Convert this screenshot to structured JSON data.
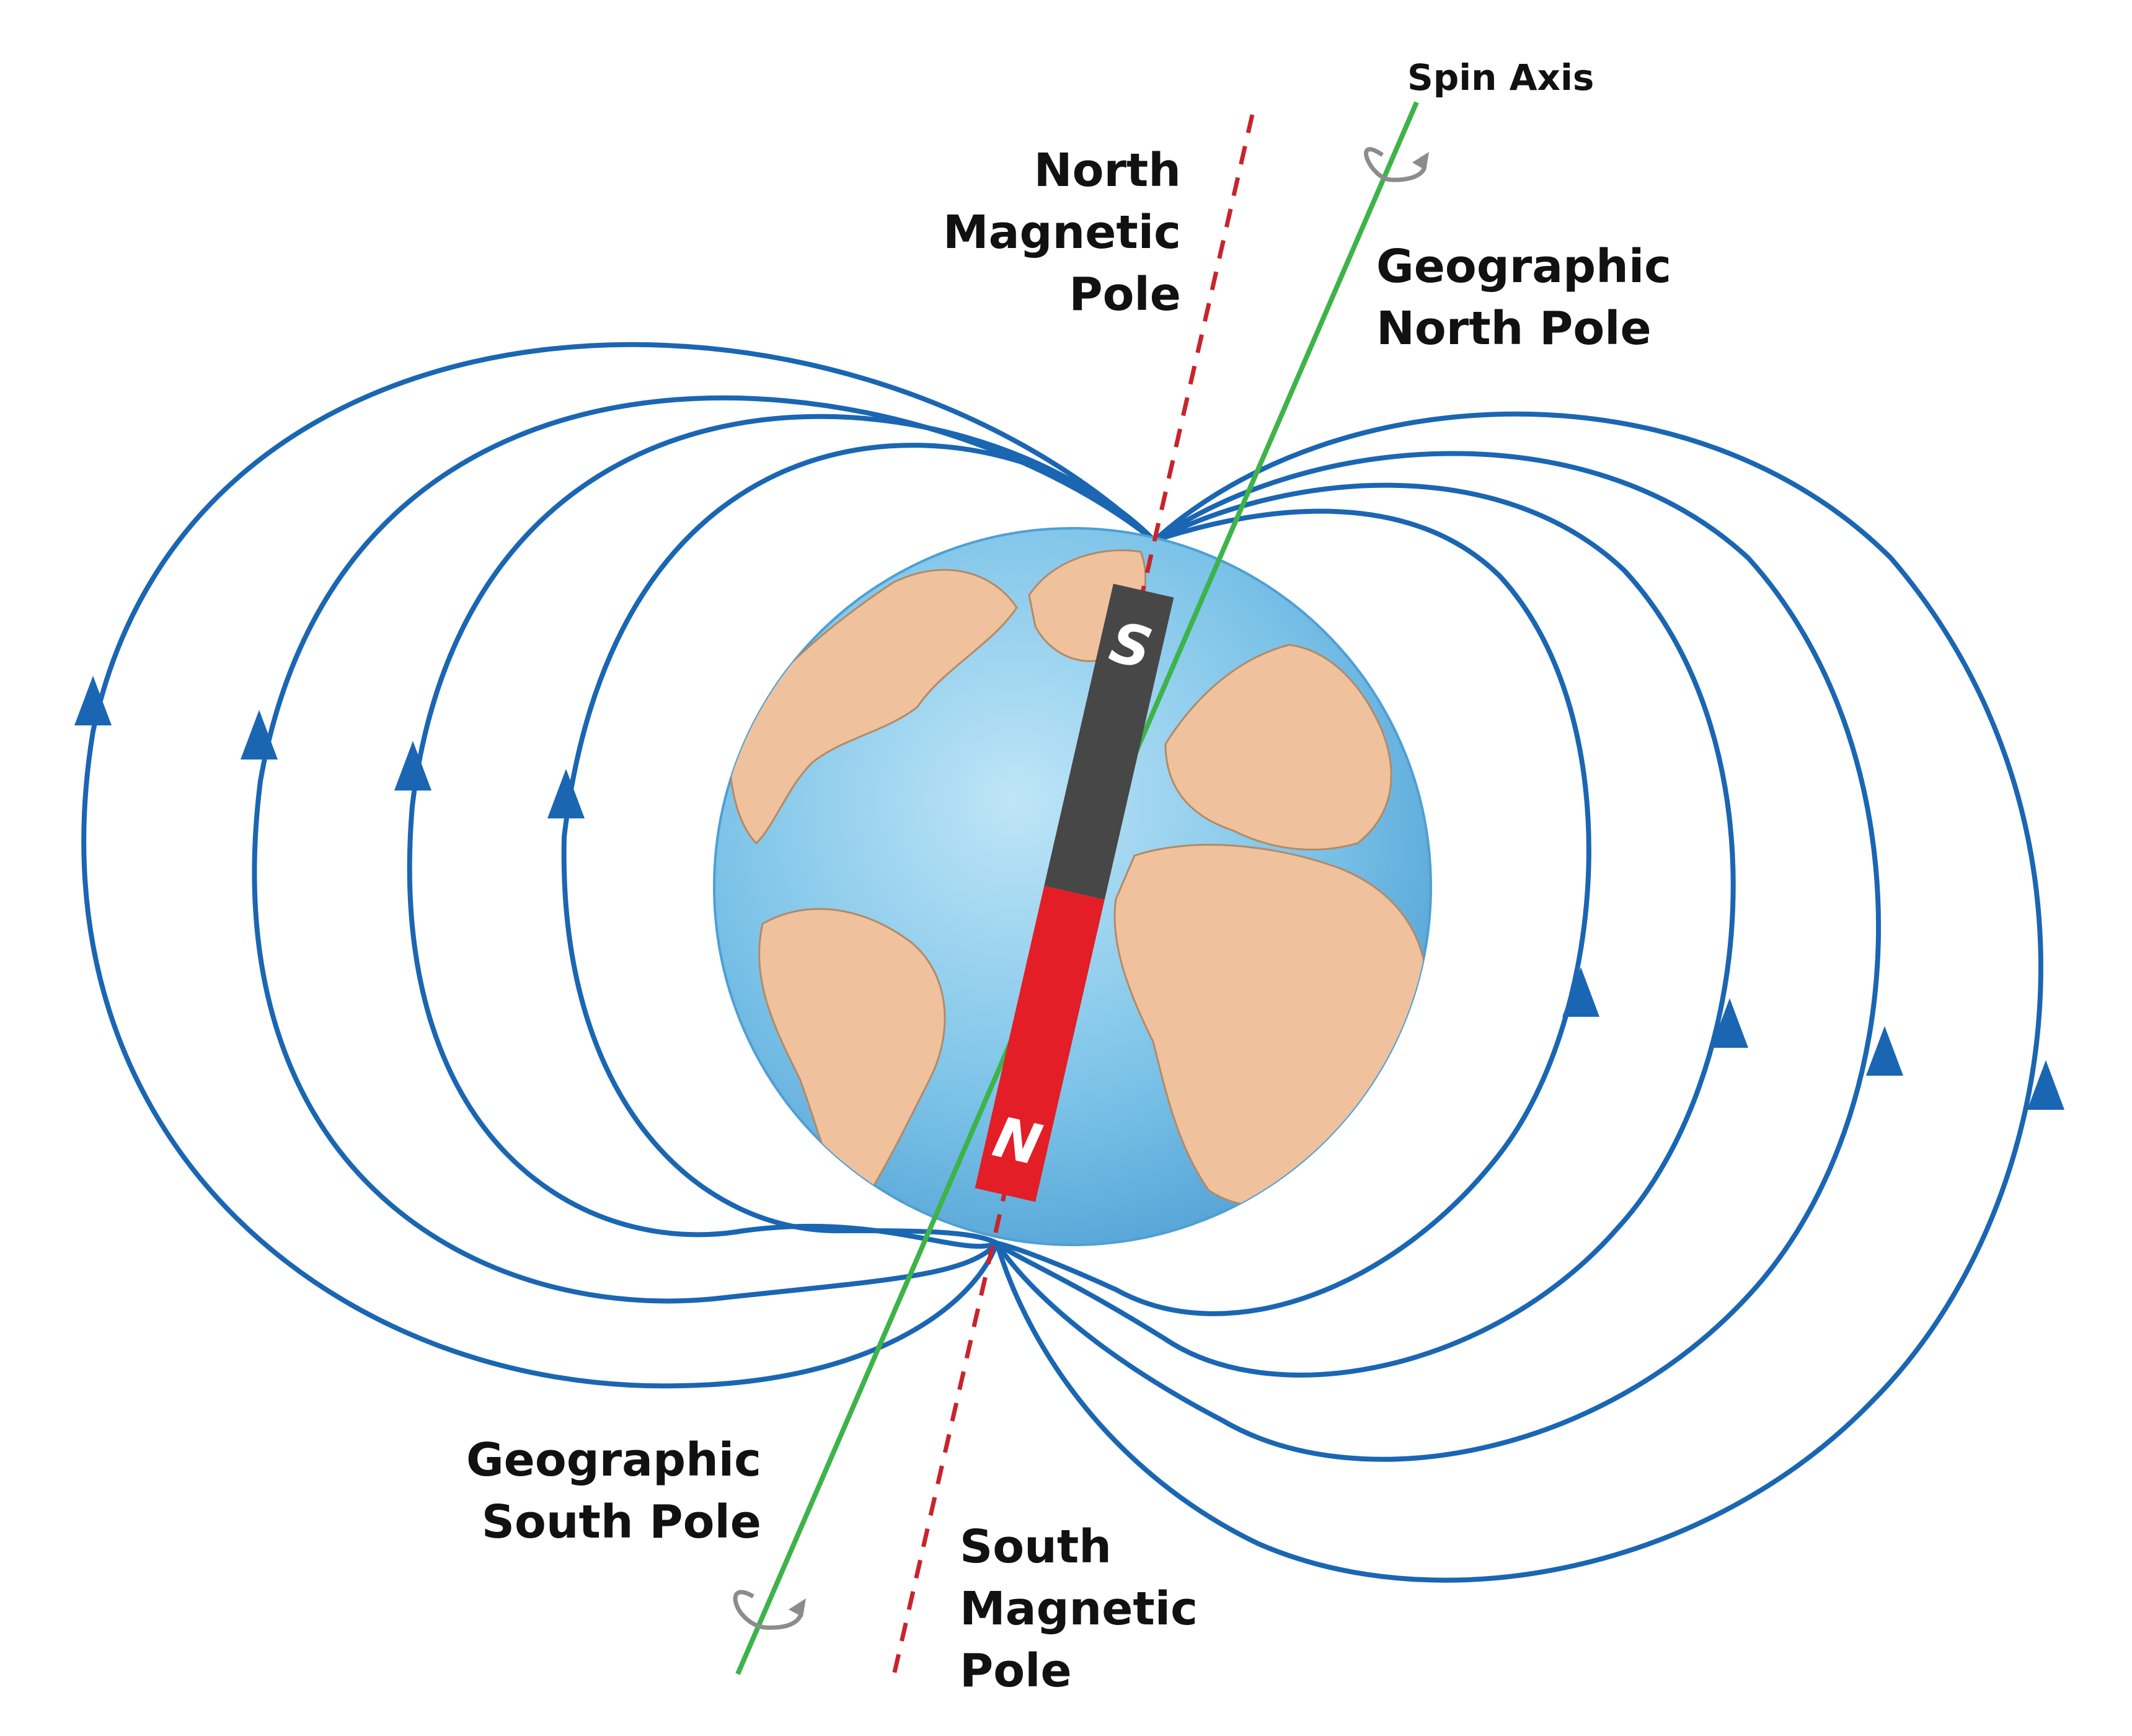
{
  "labels": {
    "spin_axis": "Spin Axis",
    "north_magnetic_pole": [
      "North",
      "Magnetic",
      "Pole"
    ],
    "geographic_north_pole": [
      "Geographic",
      "North Pole"
    ],
    "geographic_south_pole": [
      "Geographic",
      "South Pole"
    ],
    "south_magnetic_pole": [
      "South",
      "Magnetic",
      "Pole"
    ]
  },
  "magnet": {
    "top_letter": "S",
    "bottom_letter": "N"
  },
  "colors": {
    "field_line": "#1a66b3",
    "spin_axis": "#3db34a",
    "magnetic_axis": "#c8242c",
    "magnet_south": "#474747",
    "magnet_north": "#e31e26",
    "ocean": "#7cc3e8",
    "land": "#efc29d",
    "rotation_arrow": "#8c8c8c"
  },
  "field_line_count_per_side": 4
}
